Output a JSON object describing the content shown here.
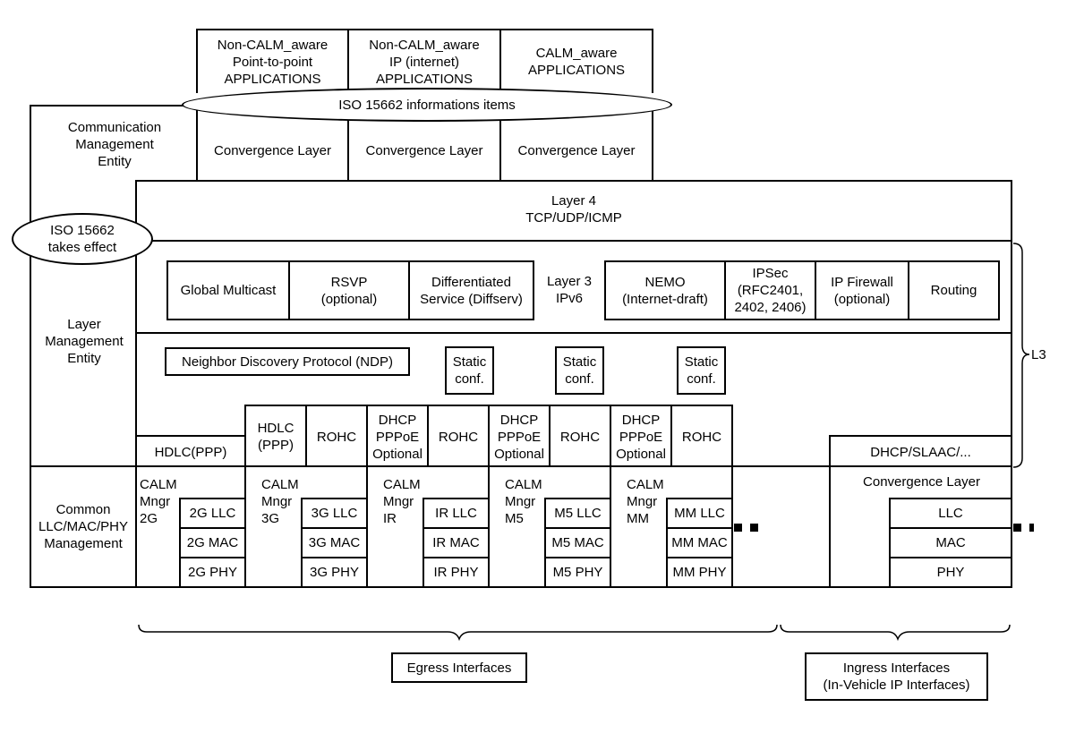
{
  "apps": {
    "non_calm_p2p": "Non-CALM_aware\nPoint-to-point\nAPPLICATIONS",
    "non_calm_ip": "Non-CALM_aware\nIP (internet)\nAPPLICATIONS",
    "calm_aware": "CALM_aware\nAPPLICATIONS"
  },
  "iso_info": "ISO 15662 informations items",
  "comm_mgmt": "Communication\nManagement\nEntity",
  "convergence_layer": "Convergence Layer",
  "iso_effect": "ISO 15662\ntakes effect",
  "layer4": "Layer 4\nTCP/UDP/ICMP",
  "layer3": {
    "global_multicast": "Global Multicast",
    "rsvp": "RSVP\n(optional)",
    "diffserv": "Differentiated\nService (Diffserv)",
    "ipv6": "Layer 3\nIPv6",
    "nemo": "NEMO\n(Internet-draft)",
    "ipsec": "IPSec\n(RFC2401,\n2402, 2406)",
    "firewall": "IP Firewall\n(optional)",
    "routing": "Routing"
  },
  "layer_mgmt": "Layer\nManagement\nEntity",
  "ndp": "Neighbor Discovery Protocol (NDP)",
  "static_conf": "Static\nconf.",
  "hdlc_ppp": "HDLC(PPP)",
  "hdlc_ppp_stack": "HDLC\n(PPP)",
  "rohc": "ROHC",
  "dhcp_pppoe": "DHCP\nPPPoE\nOptional",
  "dhcp_slaac": "DHCP/SLAAC/...",
  "l3_label": "L3",
  "common_mgmt": "Common\nLLC/MAC/PHY\nManagement",
  "calm_mngr": {
    "g2": "CALM\nMngr\n2G",
    "g3": "CALM\nMngr\n3G",
    "ir": "CALM\nMngr\nIR",
    "m5": "CALM\nMngr\nM5",
    "mm": "CALM\nMngr\nMM"
  },
  "stacks": {
    "g2": [
      "2G LLC",
      "2G MAC",
      "2G PHY"
    ],
    "g3": [
      "3G LLC",
      "3G MAC",
      "3G PHY"
    ],
    "ir": [
      "IR LLC",
      "IR MAC",
      "IR PHY"
    ],
    "m5": [
      "M5 LLC",
      "M5 MAC",
      "M5 PHY"
    ],
    "mm": [
      "MM LLC",
      "MM MAC",
      "MM PHY"
    ]
  },
  "ingress_convergence": "Convergence Layer",
  "ingress_stack": [
    "LLC",
    "MAC",
    "PHY"
  ],
  "egress": "Egress Interfaces",
  "ingress": "Ingress Interfaces\n(In-Vehicle IP Interfaces)"
}
